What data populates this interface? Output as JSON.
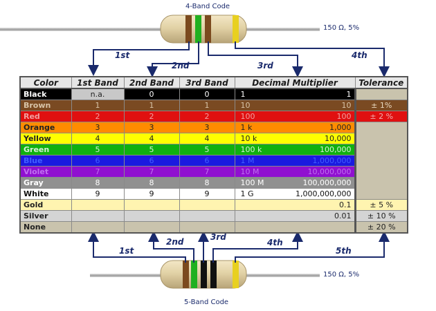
{
  "top_resistor": {
    "caption": "4-Band Code",
    "value_label": "150 Ω, 5%",
    "band_colors": [
      "#7b4a1e",
      "#20b020",
      "#7b4a1e",
      "#e8d020"
    ]
  },
  "bottom_resistor": {
    "caption": "5-Band Code",
    "value_label": "150 Ω, 5%",
    "band_colors": [
      "#7b4a1e",
      "#20b020",
      "#111111",
      "#111111",
      "#e8d020"
    ]
  },
  "arrow_labels_top": [
    "1st",
    "2nd",
    "3rd",
    "4th"
  ],
  "arrow_labels_bottom": [
    "1st",
    "2nd",
    "3rd",
    "4th",
    "5th"
  ],
  "table": {
    "headers": {
      "color": "Color",
      "band1": "1st Band",
      "band2": "2nd Band",
      "band3": "3rd Band",
      "multiplier": "Decimal Multiplier",
      "tolerance": "Tolerance"
    },
    "rows": [
      {
        "name": "Black",
        "b1": "n.a.",
        "b2": "0",
        "b3": "0",
        "m_short": "1",
        "m_long": "1",
        "tol": "",
        "bg": "#000000",
        "fg": "#ffffff",
        "b1_bg": "#c8c8c8",
        "b1_fg": "#222222",
        "tol_bg": "#c9c3ad",
        "tol_fg": "#222222"
      },
      {
        "name": "Brown",
        "b1": "1",
        "b2": "1",
        "b3": "1",
        "m_short": "10",
        "m_long": "10",
        "tol": "±   1%",
        "bg": "#7a4a22",
        "fg": "#d8c4a8",
        "b1_bg": "#7a4a22",
        "b1_fg": "#d8c4a8",
        "tol_bg": "#7a4a22",
        "tol_fg": "#e8d8c0"
      },
      {
        "name": "Red",
        "b1": "2",
        "b2": "2",
        "b3": "2",
        "m_short": "100",
        "m_long": "100",
        "tol": "±   2 %",
        "bg": "#e01010",
        "fg": "#f0a0a0",
        "b1_bg": "#e01010",
        "b1_fg": "#f0a0a0",
        "tol_bg": "#e01010",
        "tol_fg": "#f0b0b0"
      },
      {
        "name": "Orange",
        "b1": "3",
        "b2": "3",
        "b3": "3",
        "m_short": "1 k",
        "m_long": "1,000",
        "tol": "",
        "bg": "#ff8c00",
        "fg": "#222222",
        "b1_bg": "#ff8c00",
        "b1_fg": "#222222",
        "tol_bg": "#c9c3ad",
        "tol_fg": "#222222"
      },
      {
        "name": "Yellow",
        "b1": "4",
        "b2": "4",
        "b3": "4",
        "m_short": "10 k",
        "m_long": "10,000",
        "tol": "",
        "bg": "#ffff00",
        "fg": "#222222",
        "b1_bg": "#ffff00",
        "b1_fg": "#222222",
        "tol_bg": "#c9c3ad",
        "tol_fg": "#222222"
      },
      {
        "name": "Green",
        "b1": "5",
        "b2": "5",
        "b3": "5",
        "m_short": "100 k",
        "m_long": "100,000",
        "tol": "",
        "bg": "#10b010",
        "fg": "#d8f0d8",
        "b1_bg": "#10b010",
        "b1_fg": "#d8f0d8",
        "tol_bg": "#c9c3ad",
        "tol_fg": "#222222"
      },
      {
        "name": "Blue",
        "b1": "6",
        "b2": "6",
        "b3": "6",
        "m_short": "1 M",
        "m_long": "1,000,000",
        "tol": "",
        "bg": "#1a1ae0",
        "fg": "#4060ff",
        "b1_bg": "#1a1ae0",
        "b1_fg": "#4060ff",
        "tol_bg": "#c9c3ad",
        "tol_fg": "#222222"
      },
      {
        "name": "Violet",
        "b1": "7",
        "b2": "7",
        "b3": "7",
        "m_short": "10 M",
        "m_long": "10,000,000",
        "tol": "",
        "bg": "#9010d0",
        "fg": "#c070f0",
        "b1_bg": "#9010d0",
        "b1_fg": "#c070f0",
        "tol_bg": "#c9c3ad",
        "tol_fg": "#222222"
      },
      {
        "name": "Gray",
        "b1": "8",
        "b2": "8",
        "b3": "8",
        "m_short": "100 M",
        "m_long": "100,000,000",
        "tol": "",
        "bg": "#909090",
        "fg": "#ffffff",
        "b1_bg": "#909090",
        "b1_fg": "#ffffff",
        "tol_bg": "#c9c3ad",
        "tol_fg": "#222222"
      },
      {
        "name": "White",
        "b1": "9",
        "b2": "9",
        "b3": "9",
        "m_short": "1 G",
        "m_long": "1,000,000,000",
        "tol": "",
        "bg": "#ffffff",
        "fg": "#111111",
        "b1_bg": "#ffffff",
        "b1_fg": "#111111",
        "tol_bg": "#c9c3ad",
        "tol_fg": "#222222"
      },
      {
        "name": "Gold",
        "b1": "",
        "b2": "",
        "b3": "",
        "m_short": "",
        "m_long": "0.1",
        "tol": "±   5 %",
        "bg": "#fff4b0",
        "fg": "#222222",
        "b1_bg": "#fff4b0",
        "b1_fg": "#222222",
        "tol_bg": "#fff4b0",
        "tol_fg": "#222222"
      },
      {
        "name": "Silver",
        "b1": "",
        "b2": "",
        "b3": "",
        "m_short": "",
        "m_long": "0.01",
        "tol": "± 10 %",
        "bg": "#d4d4d4",
        "fg": "#222222",
        "b1_bg": "#d4d4d4",
        "b1_fg": "#222222",
        "tol_bg": "#d4d4d4",
        "tol_fg": "#222222"
      },
      {
        "name": "None",
        "b1": "",
        "b2": "",
        "b3": "",
        "m_short": "",
        "m_long": "",
        "tol": "± 20 %",
        "bg": "#c9c3ad",
        "fg": "#222222",
        "b1_bg": "#c9c3ad",
        "b1_fg": "#222222",
        "tol_bg": "#c9c3ad",
        "tol_fg": "#222222"
      }
    ]
  },
  "colors": {
    "arrow": "#1a2a6c",
    "resistor_body": "#e2d2a6",
    "lead": "#a8a8a8"
  }
}
